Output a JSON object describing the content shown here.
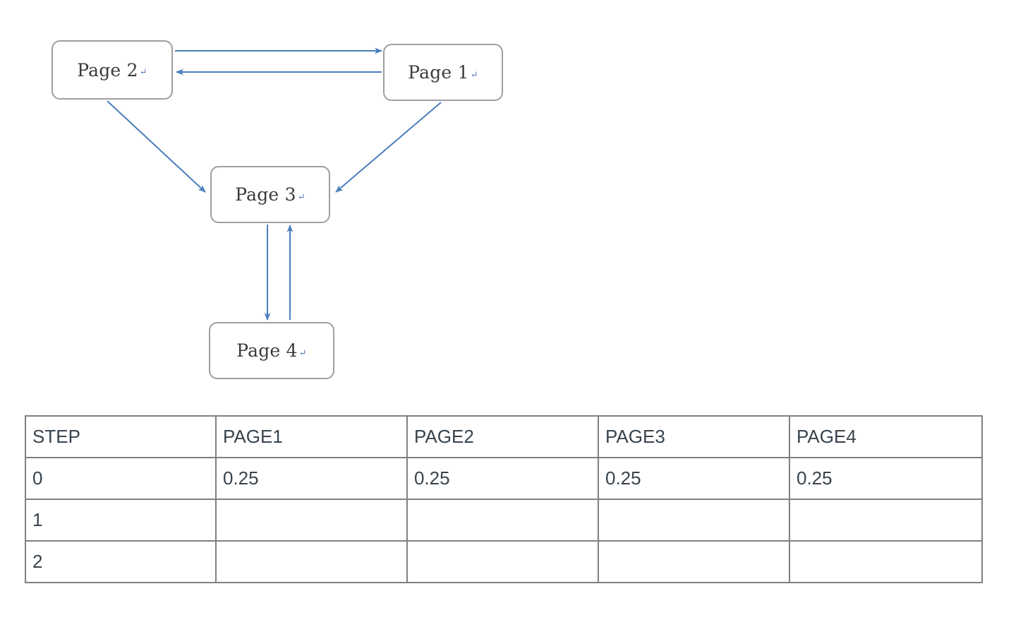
{
  "diagram": {
    "edge_color": "#4a7ebb",
    "node_border_color": "#9e9e9e",
    "pilcrow": "↵",
    "nodes": [
      {
        "id": "page2",
        "label": "Page 2"
      },
      {
        "id": "page1",
        "label": "Page 1"
      },
      {
        "id": "page3",
        "label": "Page 3"
      },
      {
        "id": "page4",
        "label": "Page 4"
      }
    ],
    "edges": [
      {
        "from": "Page 2",
        "to": "Page 1",
        "direction": "right"
      },
      {
        "from": "Page 1",
        "to": "Page 2",
        "direction": "left"
      },
      {
        "from": "Page 2",
        "to": "Page 3",
        "direction": "diagonal-down-right"
      },
      {
        "from": "Page 1",
        "to": "Page 3",
        "direction": "diagonal-down-left"
      },
      {
        "from": "Page 3",
        "to": "Page 4",
        "direction": "down"
      },
      {
        "from": "Page 4",
        "to": "Page 3",
        "direction": "up"
      }
    ]
  },
  "table": {
    "border_color": "#808080",
    "headers": [
      "STEP",
      "PAGE1",
      "PAGE2",
      "PAGE3",
      "PAGE4"
    ],
    "rows": [
      {
        "step": "0",
        "page1": "0.25",
        "page2": "0.25",
        "page3": "0.25",
        "page4": "0.25"
      },
      {
        "step": "1",
        "page1": "",
        "page2": "",
        "page3": "",
        "page4": ""
      },
      {
        "step": "2",
        "page1": "",
        "page2": "",
        "page3": "",
        "page4": ""
      }
    ]
  }
}
